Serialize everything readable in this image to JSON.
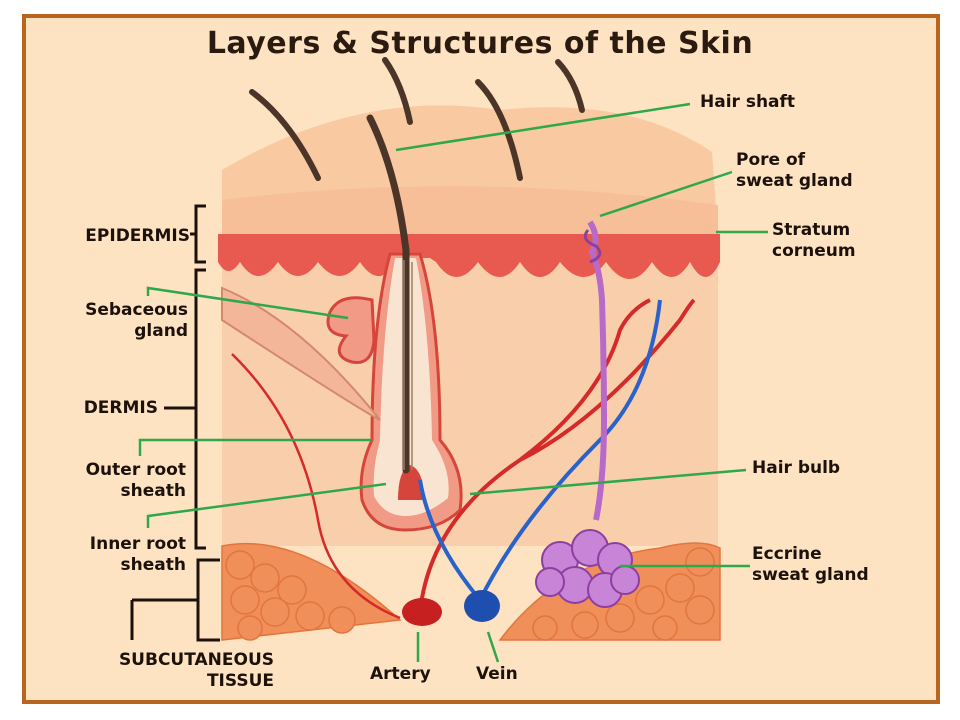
{
  "title": "Layers & Structures of the Skin",
  "labels": {
    "hair_shaft": "Hair shaft",
    "pore": "Pore of\nsweat gland",
    "stratum": "Stratum\ncorneum",
    "hair_bulb": "Hair bulb",
    "eccrine": "Eccrine\nsweat gland",
    "artery": "Artery",
    "vein": "Vein",
    "epidermis": "EPIDERMIS",
    "sebaceous": "Sebaceous\ngland",
    "dermis": "DERMIS",
    "outer_root": "Outer root\nsheath",
    "inner_root": "Inner root\nsheath",
    "subcutaneous": "SUBCUTANEOUS\nTISSUE"
  },
  "colors": {
    "frame": "#b8661f",
    "background": "#fde3c2",
    "leader_lines": "#2ea84a",
    "epidermis": "#e85a4f",
    "artery": "#d42a2a",
    "vein": "#2a62c9",
    "sweat_gland": "#b86ac9",
    "fat": "#f08f5a"
  }
}
